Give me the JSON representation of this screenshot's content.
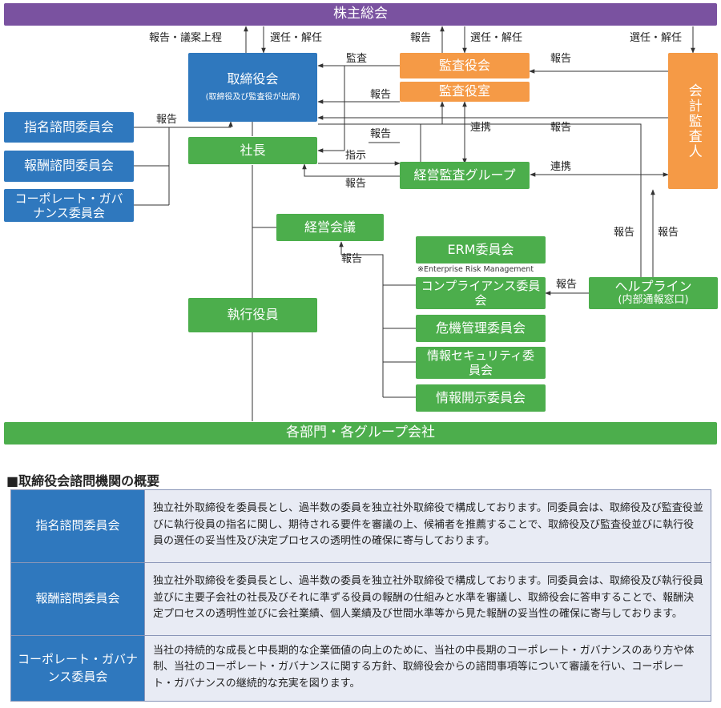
{
  "diagram": {
    "shareholders": "株主総会",
    "board": {
      "title": "取締役会",
      "sub": "(取締役及び監査役が出席)"
    },
    "audit_board": "監査役会",
    "audit_office": "監査役室",
    "auditor": "会計監査人",
    "president": "社長",
    "audit_group": "経営監査グループ",
    "mgmt_meeting": "経営会議",
    "executive": "執行役員",
    "divisions": "各部門・各グループ会社",
    "advisory": [
      "指名諮問委員会",
      "報酬諮問委員会",
      "コーポレート・ガバナンス委員会"
    ],
    "committees": {
      "erm": "ERM委員会",
      "erm_note": "※Enterprise Risk Management",
      "compliance": "コンプライアンス委員会",
      "crisis": "危機管理委員会",
      "infosec": "情報セキュリティ委員会",
      "disclosure": "情報開示委員会"
    },
    "helpline": {
      "title": "ヘルプライン",
      "sub": "(内部通報窓口)"
    },
    "labels": {
      "report_proposal": "報告・議案上程",
      "elect_dismiss": "選任・解任",
      "report": "報告",
      "audit": "監査",
      "instruct": "指示",
      "cooperate": "連携"
    }
  },
  "section_title": "■取締役会諮問機関の概要",
  "table": [
    {
      "name": "指名諮問委員会",
      "desc": "独立社外取締役を委員長とし、過半数の委員を独立社外取締役で構成しております。同委員会は、取締役及び監査役並びに執行役員の指名に関し、期待される要件を審議の上、候補者を推薦することで、取締役及び監査役並びに執行役員の選任の妥当性及び決定プロセスの透明性の確保に寄与しております。"
    },
    {
      "name": "報酬諮問委員会",
      "desc": "独立社外取締役を委員長とし、過半数の委員を独立社外取締役で構成しております。同委員会は、取締役及び執行役員並びに主要子会社の社長及びそれに準ずる役員の報酬の仕組みと水準を審議し、取締役会に答申することで、報酬決定プロセスの透明性並びに会社業績、個人業績及び世間水準等から見た報酬の妥当性の確保に寄与しております。"
    },
    {
      "name": "コーポレート・ガバナンス委員会",
      "desc": "当社の持続的な成長と中長期的な企業価値の向上のために、当社の中長期のコーポレート・ガバナンスのあり方や体制、当社のコーポレート・ガバナンスに関する方針、取締役会からの諮問事項等について審議を行い、コーポレート・ガバナンスの継続的な充実を図ります。"
    }
  ]
}
